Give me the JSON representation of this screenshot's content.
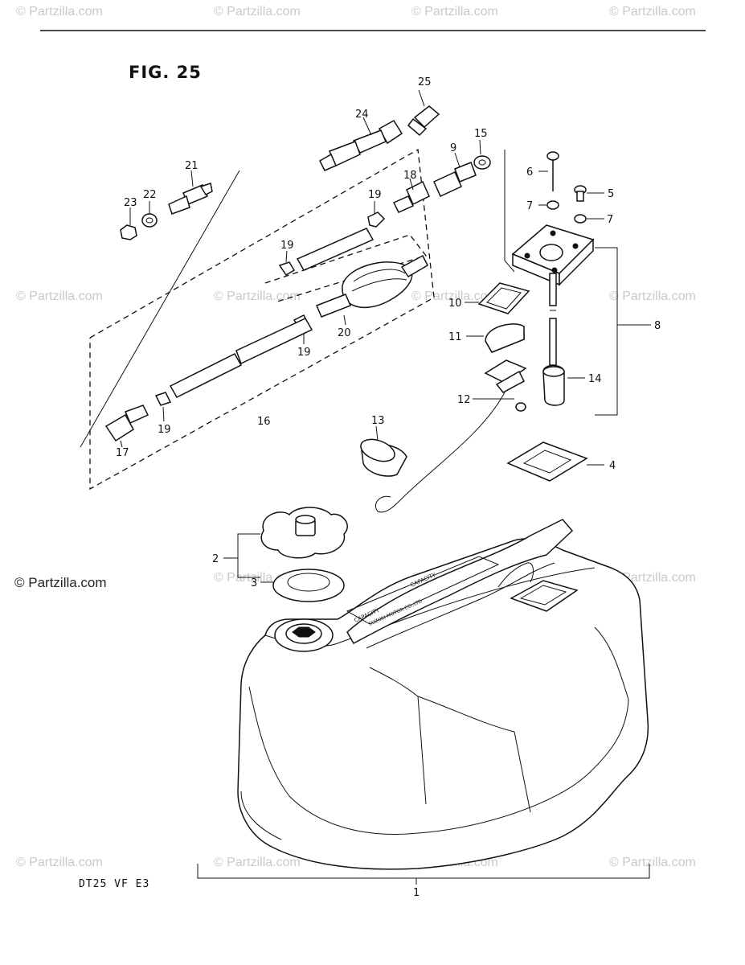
{
  "figure_title": "FIG. 25",
  "diagram_code": "DT25  VF  E3",
  "watermark_text": "© Partzilla.com",
  "copyright_text": "© Partzilla.com",
  "callouts": [
    "1",
    "2",
    "3",
    "4",
    "5",
    "6",
    "7",
    "7",
    "8",
    "9",
    "10",
    "11",
    "12",
    "13",
    "14",
    "15",
    "16",
    "17",
    "18",
    "19",
    "19",
    "19",
    "19",
    "20",
    "21",
    "22",
    "23",
    "24",
    "25"
  ],
  "tank_decal_text": [
    "CAPACITY",
    "SUZUKI MOTOR CO.,LTD"
  ]
}
